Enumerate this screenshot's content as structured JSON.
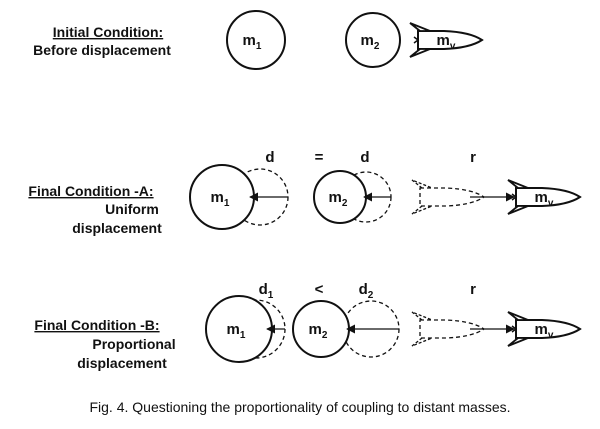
{
  "rows": [
    {
      "heading": "Initial Condition:",
      "subtitle_lines": [
        "Before displacement"
      ],
      "m1_base": "m",
      "m1_sub": "1",
      "m2_base": "m",
      "m2_sub": "2",
      "rocket_base": "m",
      "rocket_sub": "v"
    },
    {
      "heading": "Final Condition -A:",
      "subtitle_lines": [
        "Uniform",
        "displacement"
      ],
      "m1_base": "m",
      "m1_sub": "1",
      "m2_base": "m",
      "m2_sub": "2",
      "rocket_base": "m",
      "rocket_sub": "v",
      "d_left": "d",
      "relation": "=",
      "d_right": "d",
      "r_label": "r"
    },
    {
      "heading": "Final Condition -B:",
      "subtitle_lines": [
        "Proportional",
        "displacement"
      ],
      "m1_base": "m",
      "m1_sub": "1",
      "m2_base": "m",
      "m2_sub": "2",
      "rocket_base": "m",
      "rocket_sub": "v",
      "d_left_base": "d",
      "d_left_sub": "1",
      "relation": "<",
      "d_right_base": "d",
      "d_right_sub": "2",
      "r_label": "r"
    }
  ],
  "caption": "Fig. 4.  Questioning the proportionality of coupling to distant masses."
}
